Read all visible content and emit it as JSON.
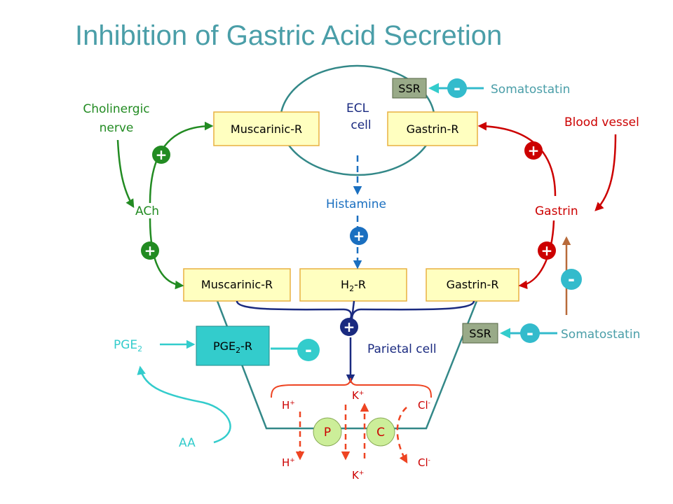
{
  "title": "Inhibition of Gastric Acid Secretion",
  "ecl_cell": {
    "line1": "ECL",
    "line2": "cell"
  },
  "receptors": {
    "ecl_muscarinic": "Muscarinic-R",
    "ecl_gastrin": "Gastrin-R",
    "ecl_ssr": "SSR",
    "parietal_muscarinic": "Muscarinic-R",
    "parietal_h2": "H",
    "parietal_h2_sub": "2",
    "parietal_h2_suffix": "-R",
    "parietal_gastrin": "Gastrin-R",
    "pge2_r": "PGE",
    "pge2_r_sub": "2",
    "pge2_r_suffix": "-R",
    "parietal_ssr": "SSR"
  },
  "labels": {
    "somatostatin_top": "Somatostatin",
    "somatostatin_bottom": "Somatostatin",
    "cholinergic_1": "Cholinergic",
    "cholinergic_2": "nerve",
    "blood_vessel": "Blood vessel",
    "ach": "ACh",
    "gastrin": "Gastrin",
    "histamine": "Histamine",
    "pge2": "PGE",
    "pge2_sub": "2",
    "aa": "AA",
    "parietal_cell": "Parietal cell"
  },
  "signs": {
    "plus": "+",
    "minus": "-"
  },
  "pump": {
    "p": "P",
    "c": "C",
    "h": "H",
    "h_sup": "+",
    "k": "K",
    "k_sup": "+",
    "cl": "Cl",
    "cl_sup": "-"
  },
  "colors": {
    "title": "#4a9ea8",
    "box_fill": "#ffffc0",
    "box_stroke": "#e8b040",
    "pge_box": "#33cccc",
    "ssr_box": "#99aa88",
    "cell_outline": "#338888",
    "green": "#228b22",
    "red": "#cc0000",
    "blue": "#1a6fc0",
    "navy": "#1a2a80",
    "cyan": "#33cccc",
    "orange_red": "#ee4422",
    "brown": "#b86a3a",
    "pump_fill": "#ccee99"
  }
}
